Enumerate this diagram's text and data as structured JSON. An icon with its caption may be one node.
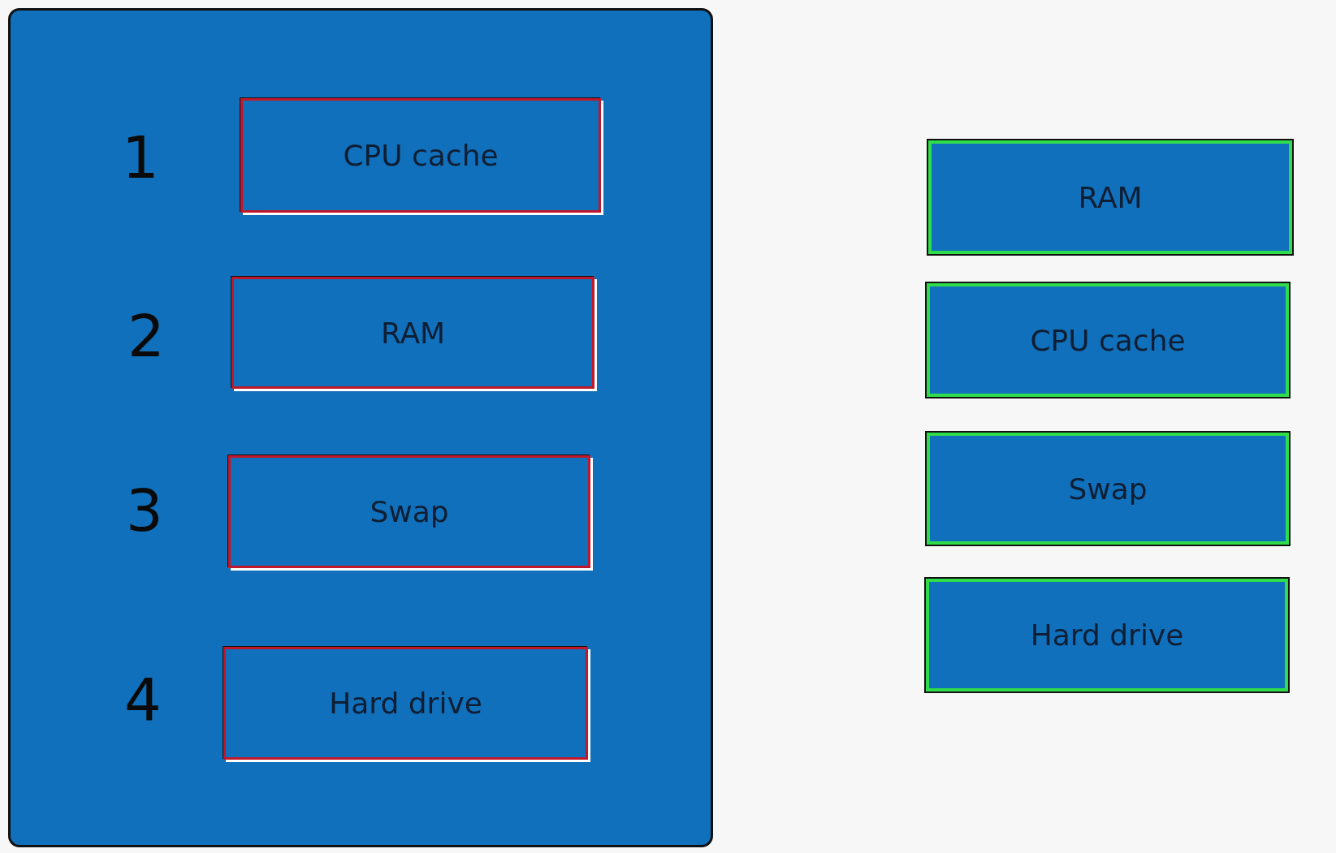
{
  "diagram": {
    "nodes": [
      {
        "text": [],
        "shape": "box"
      },
      {
        "text": [
          "CPU cache"
        ],
        "in": 0
      },
      {
        "text": [
          "RAM"
        ],
        "in": 0
      },
      {
        "text": [
          "Swap"
        ],
        "in": 0
      },
      {
        "text": [
          "Hard drive"
        ],
        "in": 0
      },
      {
        "text": [
          "RAM"
        ]
      },
      {
        "text": [
          "CPU cache"
        ]
      },
      {
        "text": [
          "Swap"
        ]
      },
      {
        "text": [
          "Hard drive"
        ]
      }
    ],
    "labels": [
      "1",
      "2",
      "3",
      "4"
    ]
  }
}
